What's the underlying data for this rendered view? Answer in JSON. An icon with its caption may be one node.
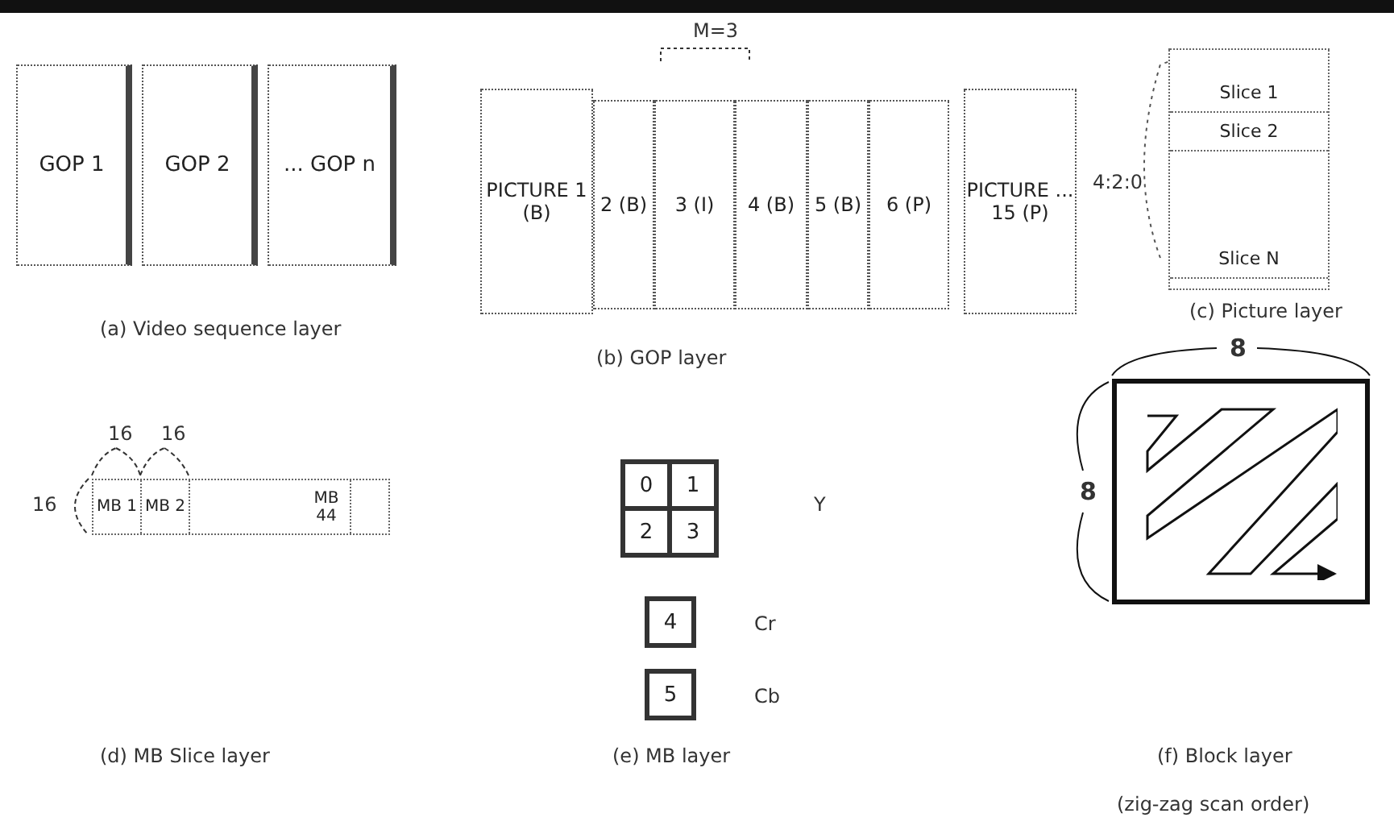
{
  "diagram": {
    "nodes": [
      {
        "text": [
          "GOP 1"
        ]
      },
      {
        "text": [
          "GOP 2"
        ]
      },
      {
        "text": [
          "... GOP n"
        ]
      },
      {
        "text": [
          "PICTURE 1 (B)"
        ]
      },
      {
        "text": [
          "2 (B)"
        ]
      },
      {
        "text": [
          "3 (I)"
        ]
      },
      {
        "text": [
          "4 (B)"
        ]
      },
      {
        "text": [
          "5 (B)"
        ]
      },
      {
        "text": [
          "6 (P)"
        ]
      },
      {
        "text": [
          "PICTURE ... 15 (P)"
        ]
      },
      {
        "text": [],
        "shape": "box"
      },
      {
        "text": [
          "Slice 1"
        ],
        "in": 10
      },
      {
        "text": [
          "Slice 2"
        ],
        "in": 10
      },
      {
        "text": [
          "Slice N"
        ],
        "in": 10
      },
      {
        "text": [],
        "shape": "box"
      },
      {
        "text": [
          "MB 1"
        ],
        "in": 14
      },
      {
        "text": [
          "MB 2"
        ],
        "in": 14
      },
      {
        "text": [
          "MB 44"
        ],
        "in": 14
      },
      {
        "text": [
          "0"
        ]
      },
      {
        "text": [
          "1"
        ]
      },
      {
        "text": [
          "2"
        ]
      },
      {
        "text": [
          "3"
        ]
      },
      {
        "text": [
          "4"
        ]
      },
      {
        "text": [
          "5"
        ]
      },
      {
        "text": [],
        "shape": "box",
        "beside": [
          "8",
          "8"
        ]
      }
    ],
    "labels": [
      "M=3",
      "(a) Video sequence layer",
      "(b) GOP layer",
      "4:2:0",
      "(c) Picture layer",
      "16",
      "16",
      "16",
      "Y",
      "Cr",
      "Cb",
      "(d) MB Slice layer",
      "(e) MB layer",
      "(f) Block layer",
      "(zig-zag scan order)"
    ]
  }
}
